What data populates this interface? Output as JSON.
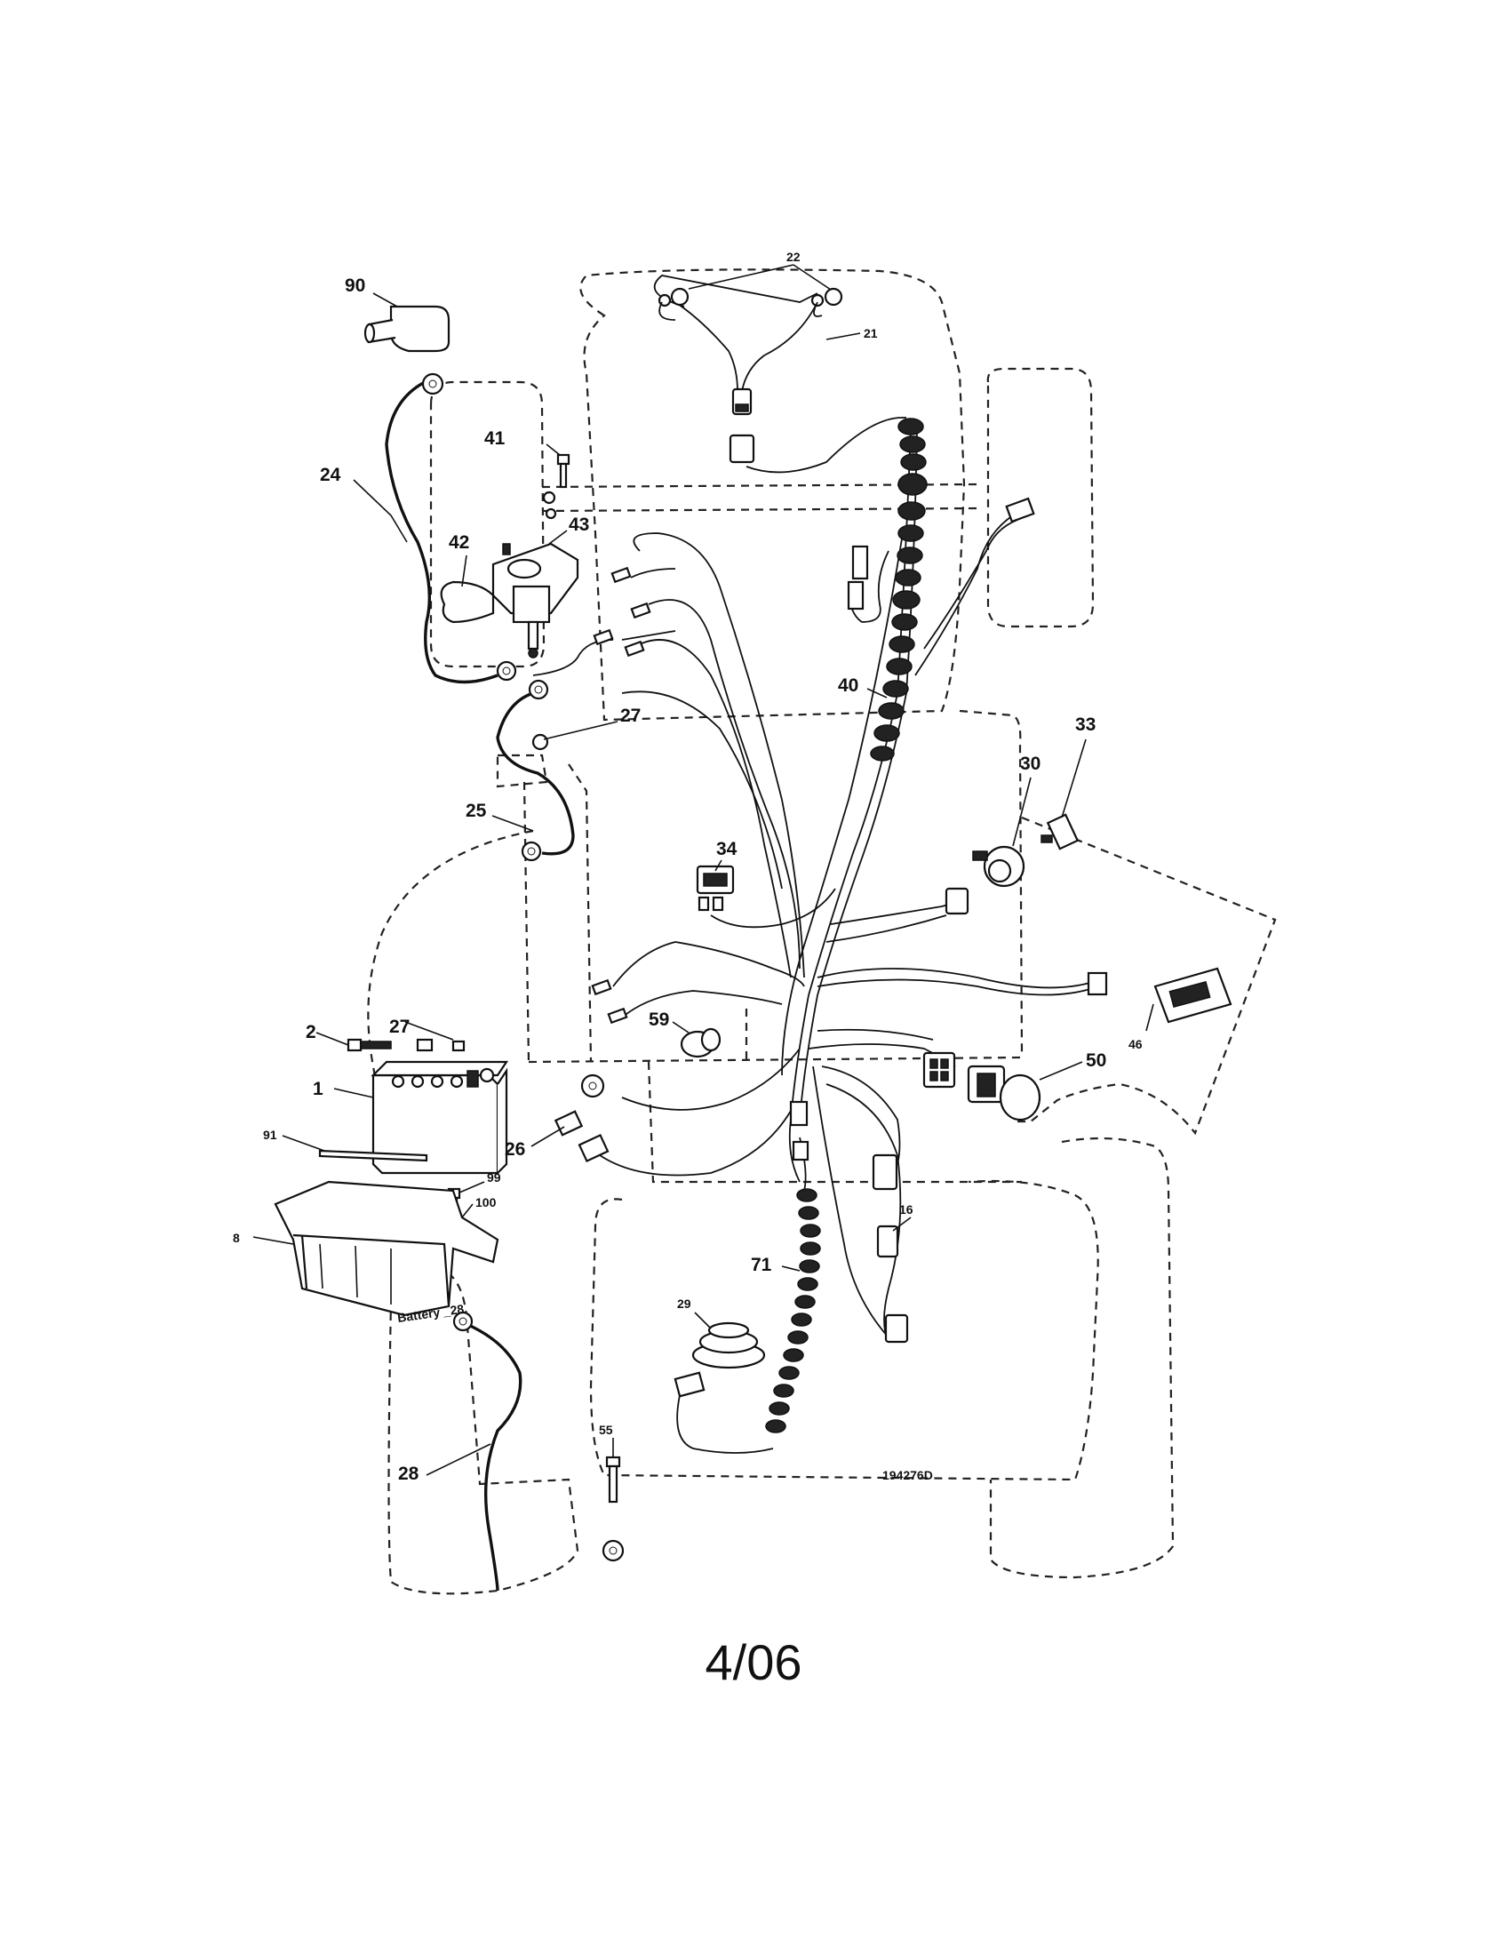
{
  "diagram": {
    "callouts": [
      {
        "id": "c90",
        "label": "90"
      },
      {
        "id": "c22",
        "label": "22"
      },
      {
        "id": "c21",
        "label": "21"
      },
      {
        "id": "c41",
        "label": "41"
      },
      {
        "id": "c24",
        "label": "24"
      },
      {
        "id": "c43",
        "label": "43"
      },
      {
        "id": "c42",
        "label": "42"
      },
      {
        "id": "c40",
        "label": "40"
      },
      {
        "id": "c27a",
        "label": "27"
      },
      {
        "id": "c33",
        "label": "33"
      },
      {
        "id": "c30",
        "label": "30"
      },
      {
        "id": "c25",
        "label": "25"
      },
      {
        "id": "c34",
        "label": "34"
      },
      {
        "id": "c59",
        "label": "59"
      },
      {
        "id": "c2",
        "label": "2"
      },
      {
        "id": "c27b",
        "label": "27"
      },
      {
        "id": "c1",
        "label": "1"
      },
      {
        "id": "c46",
        "label": "46"
      },
      {
        "id": "c50",
        "label": "50"
      },
      {
        "id": "c91",
        "label": "91"
      },
      {
        "id": "c26",
        "label": "26"
      },
      {
        "id": "c99",
        "label": "99"
      },
      {
        "id": "c100",
        "label": "100"
      },
      {
        "id": "c16",
        "label": "16"
      },
      {
        "id": "c8",
        "label": "8"
      },
      {
        "id": "c71",
        "label": "71"
      },
      {
        "id": "c29",
        "label": "29"
      },
      {
        "id": "c55",
        "label": "55"
      },
      {
        "id": "c28",
        "label": "28"
      }
    ],
    "battery_label": "Battery _28",
    "drawing_number": "194276D",
    "page_label": "4/06"
  }
}
